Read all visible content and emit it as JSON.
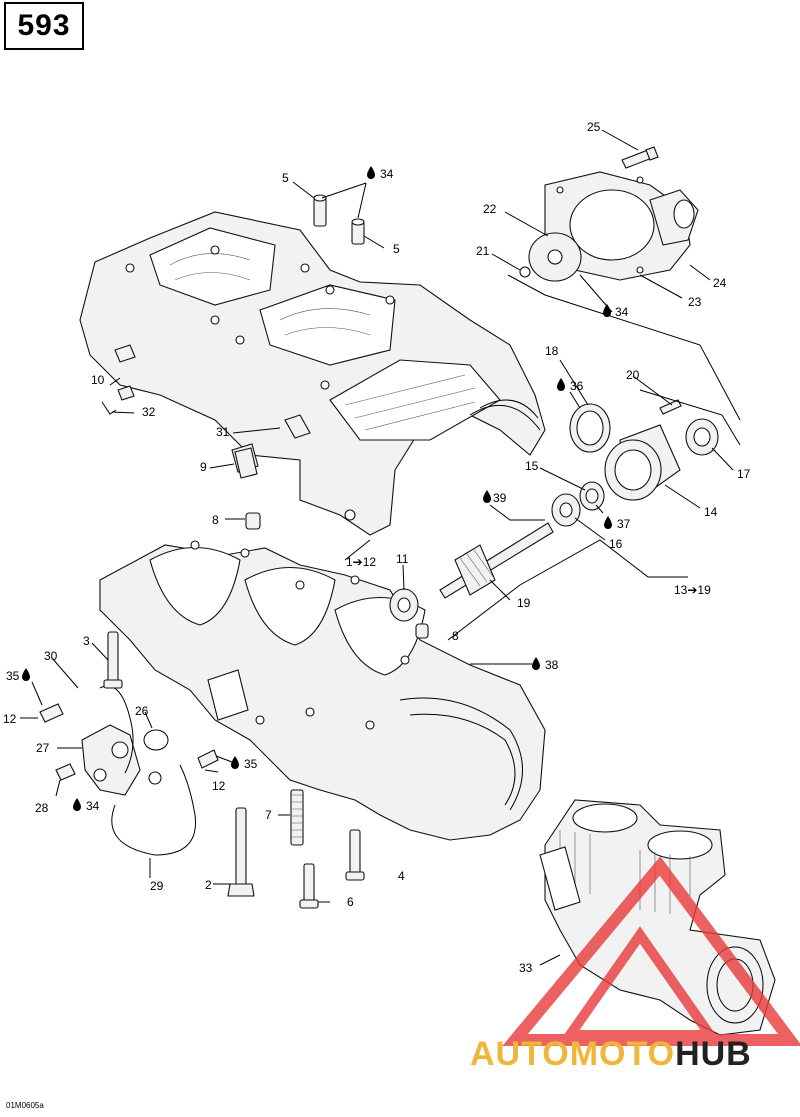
{
  "page_number": "593",
  "drawing_code": "01M0605a",
  "watermark": {
    "brand_left": "AUTOMOTO",
    "brand_right": "HUB",
    "color_orange": "#f0b53a",
    "color_red": "#e83a3a"
  },
  "callouts": {
    "c25": "25",
    "c5a": "5",
    "c34a": "34",
    "c5b": "5",
    "c22": "22",
    "c21": "21",
    "c24": "24",
    "c23": "23",
    "c34b": "34",
    "c18": "18",
    "c36": "36",
    "c20": "20",
    "c10": "10",
    "c32": "32",
    "c31": "31",
    "c9": "9",
    "c15": "15",
    "c17": "17",
    "c39": "39",
    "c37": "37",
    "c14": "14",
    "c8a": "8",
    "c16": "16",
    "c1_12": "1➔12",
    "c11": "11",
    "c19": "19",
    "c13_19": "13➔19",
    "c8b": "8",
    "c3": "3",
    "c30": "30",
    "c38": "38",
    "c35a": "35",
    "c12a": "12",
    "c26": "26",
    "c27": "27",
    "c35b": "35",
    "c12b": "12",
    "c28": "28",
    "c34c": "34",
    "c7": "7",
    "c29": "29",
    "c2": "2",
    "c6": "6",
    "c4": "4",
    "c33": "33"
  }
}
